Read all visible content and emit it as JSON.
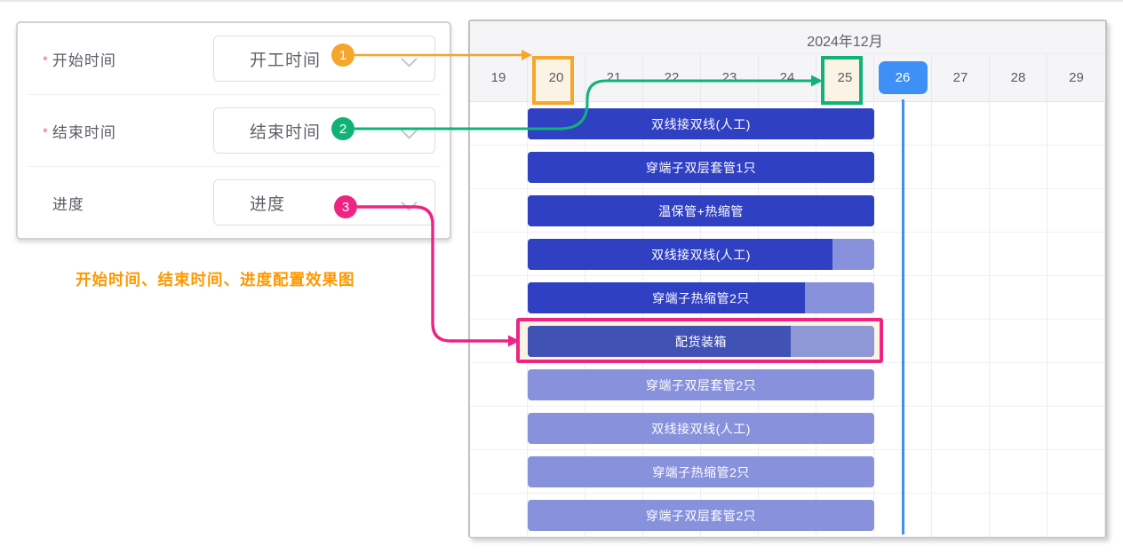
{
  "form": {
    "fields": [
      {
        "label": "开始时间",
        "required": true,
        "value": "开工时间",
        "badge": "1"
      },
      {
        "label": "结束时间",
        "required": true,
        "value": "结束时间",
        "badge": "2"
      },
      {
        "label": "进度",
        "required": false,
        "value": "进度",
        "badge": "3"
      }
    ],
    "caption": "开始时间、结束时间、进度配置效果图"
  },
  "gantt": {
    "month_label": "2024年12月",
    "days": [
      {
        "label": "19",
        "state": "normal"
      },
      {
        "label": "20",
        "state": "box-orange"
      },
      {
        "label": "21",
        "state": "normal"
      },
      {
        "label": "22",
        "state": "normal"
      },
      {
        "label": "23",
        "state": "normal"
      },
      {
        "label": "24",
        "state": "normal"
      },
      {
        "label": "25",
        "state": "box-green"
      },
      {
        "label": "26",
        "state": "current"
      },
      {
        "label": "27",
        "state": "normal"
      },
      {
        "label": "28",
        "state": "normal"
      },
      {
        "label": "29",
        "state": "normal"
      }
    ],
    "tasks": [
      {
        "label": "双线接双线(人工)",
        "progress": 1,
        "highlighted": false
      },
      {
        "label": "穿端子双层套管1只",
        "progress": 1,
        "highlighted": false
      },
      {
        "label": "温保管+热缩管",
        "progress": 1,
        "highlighted": false
      },
      {
        "label": "双线接双线(人工)",
        "progress": 0.88,
        "highlighted": false
      },
      {
        "label": "穿端子热缩管2只",
        "progress": 0.8,
        "highlighted": false
      },
      {
        "label": "配货装箱",
        "progress": 0.76,
        "highlighted": true
      },
      {
        "label": "穿端子双层套管2只",
        "progress": 0,
        "highlighted": false
      },
      {
        "label": "双线接双线(人工)",
        "progress": 0,
        "highlighted": false
      },
      {
        "label": "穿端子热缩管2只",
        "progress": 0,
        "highlighted": false
      },
      {
        "label": "穿端子双层套管2只",
        "progress": 0,
        "highlighted": false
      }
    ]
  },
  "colors": {
    "bar-dark": "#3040c2",
    "bar-light": "#8791dc",
    "bar6-dark": "#4152b5",
    "bar6-light": "#8f98d6",
    "today-blue": "#3e90f7",
    "marker-orange": "#f7a52b",
    "marker-green": "#10b377",
    "marker-pink": "#ee2384",
    "box-cream": "#fbf4e4"
  }
}
